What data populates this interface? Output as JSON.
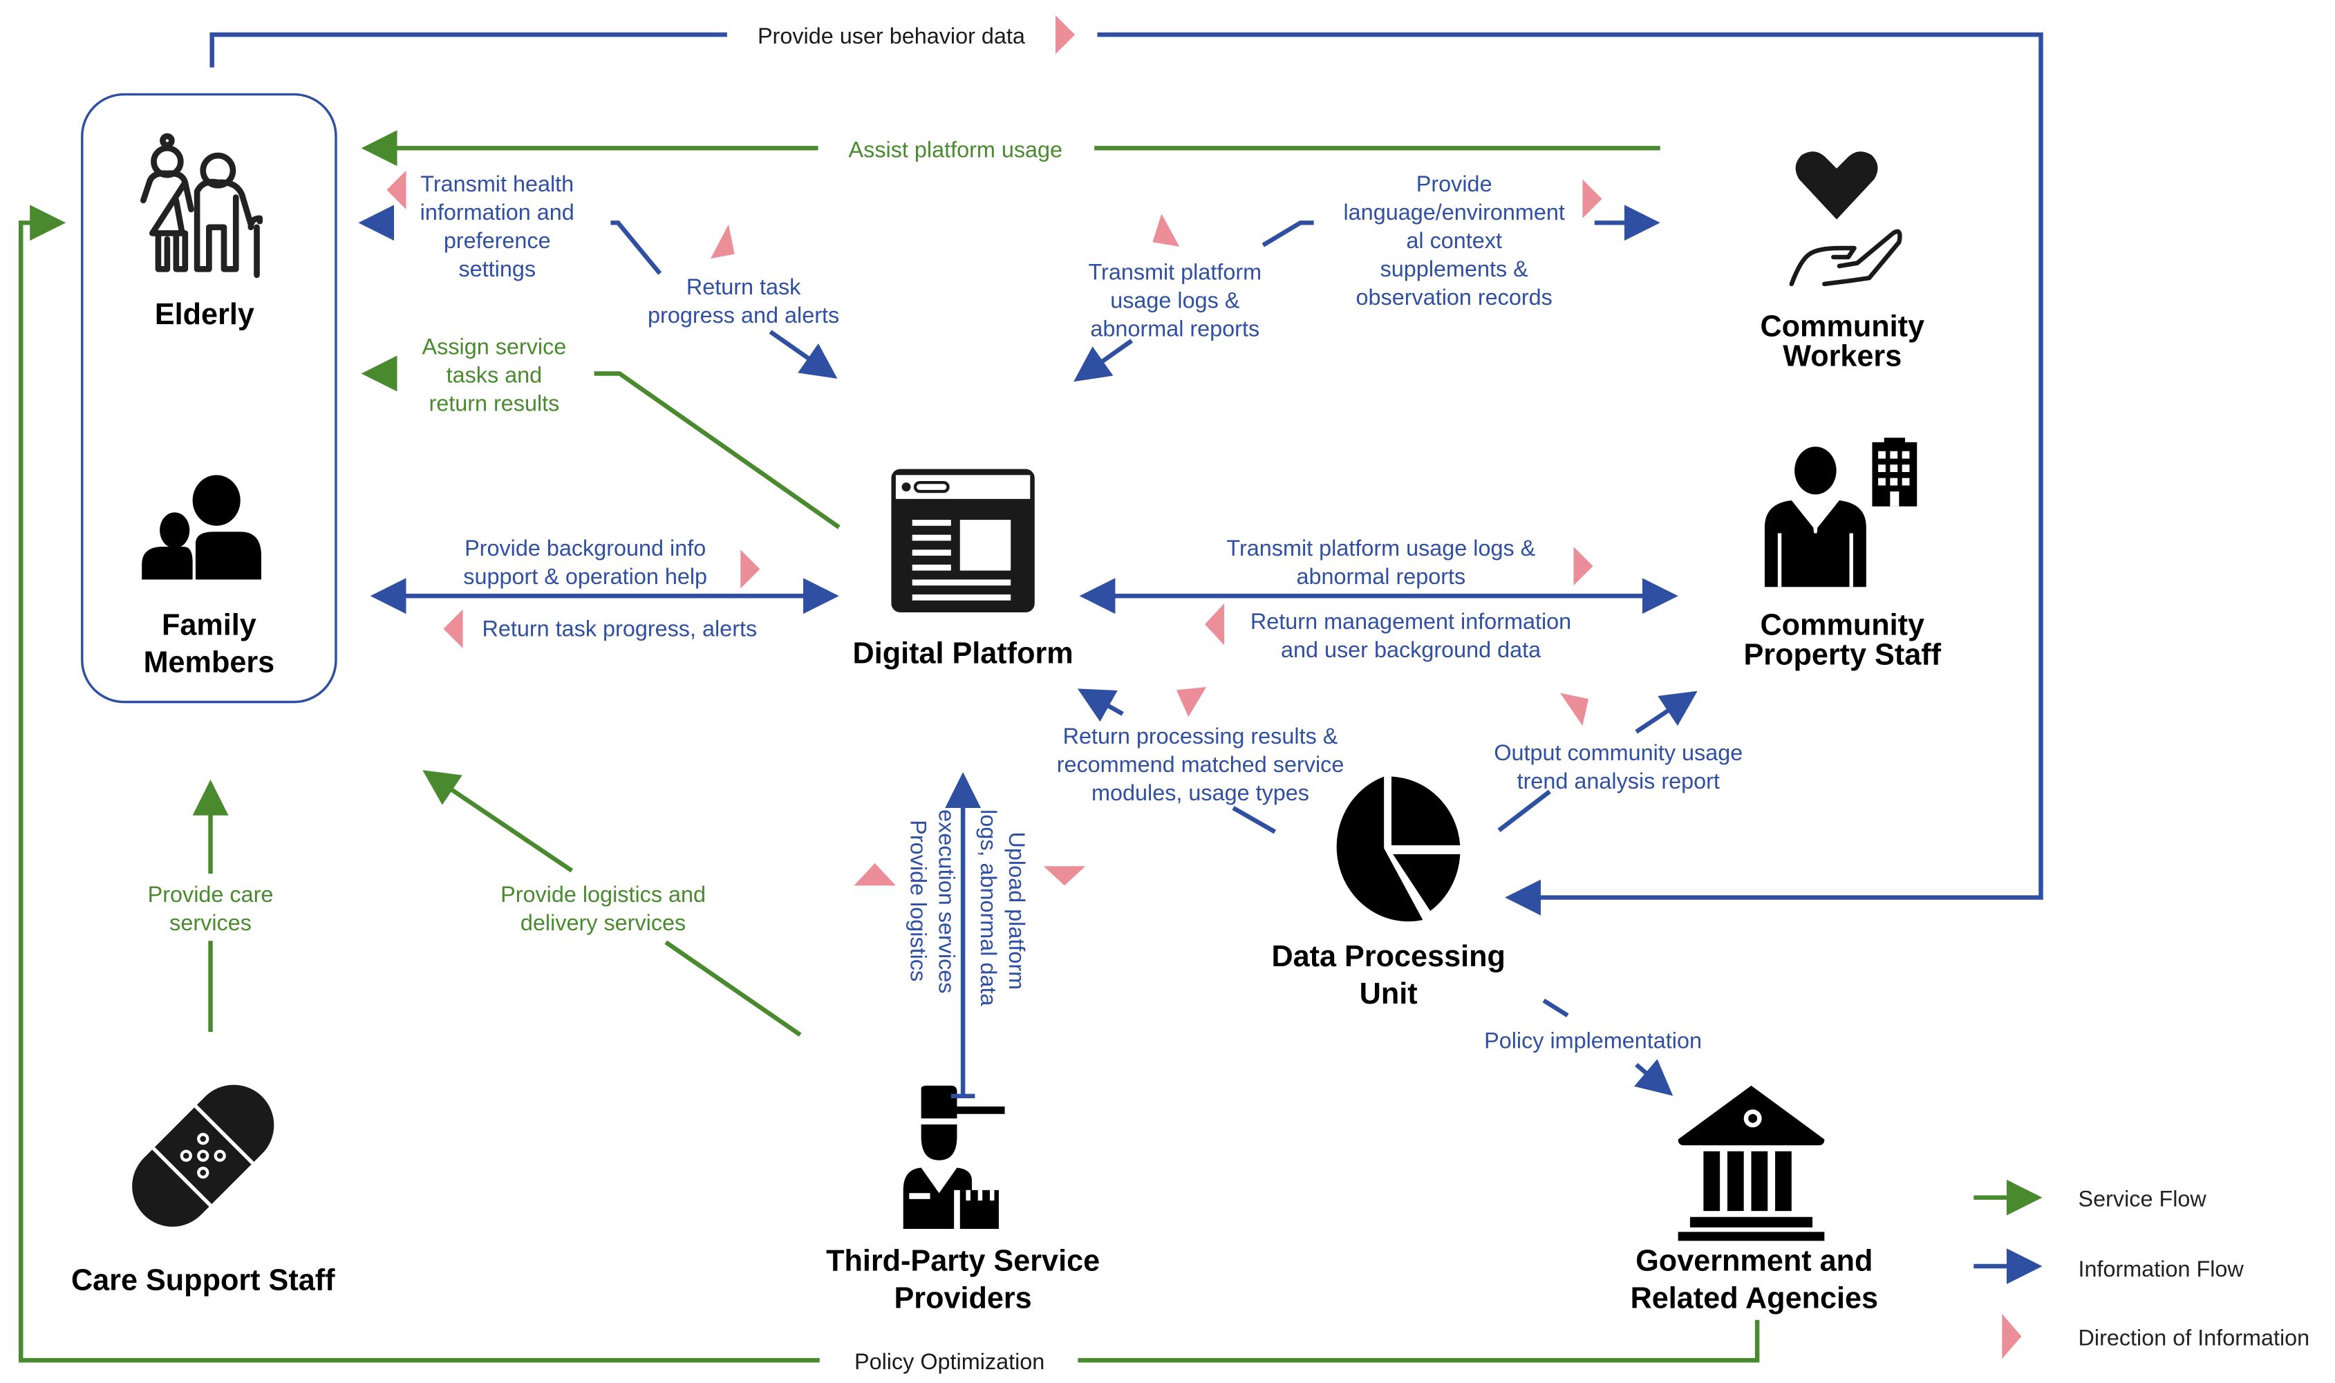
{
  "colors": {
    "service_flow": "#4a8a2e",
    "information_flow": "#2f4fa3",
    "direction_marker": "#ec8e98",
    "node_text": "#000000"
  },
  "nodes": {
    "elderly": {
      "label": "Elderly",
      "icon": "elderly-couple-icon"
    },
    "family": {
      "label_line1": "Family",
      "label_line2": "Members",
      "icon": "family-icon"
    },
    "platform": {
      "label": "Digital Platform",
      "icon": "web-page-icon"
    },
    "community_workers": {
      "label_line1": "Community",
      "label_line2": "Workers",
      "icon": "heart-hand-icon"
    },
    "property_staff": {
      "label_line1": "Community",
      "label_line2": "Property Staff",
      "icon": "businessman-building-icon"
    },
    "data_unit": {
      "label_line1": "Data Processing",
      "label_line2": "Unit",
      "icon": "pie-chart-icon"
    },
    "care_staff": {
      "label": "Care Support Staff",
      "icon": "bandage-icon"
    },
    "third_party": {
      "label_line1": "Third-Party Service",
      "label_line2": "Providers",
      "icon": "delivery-person-icon"
    },
    "government": {
      "label_line1": "Government and",
      "label_line2": "Related Agencies",
      "icon": "government-building-icon"
    }
  },
  "flows": {
    "user_behavior": "Provide user behavior data",
    "assist_usage": "Assist platform usage",
    "transmit_health": [
      "Transmit health",
      "information and",
      "preference",
      "settings"
    ],
    "return_task": [
      "Return task",
      "progress and alerts"
    ],
    "assign_tasks": [
      "Assign service",
      "tasks and",
      "return results"
    ],
    "transmit_logs_cw": [
      "Transmit platform",
      "usage logs &",
      "abnormal reports"
    ],
    "provide_language": [
      "Provide",
      "language/environment",
      "al context",
      "supplements &",
      "observation records"
    ],
    "background_info": [
      "Provide background info",
      "support & operation help"
    ],
    "return_progress_family": "Return task progress, alerts",
    "transmit_logs_ps": [
      "Transmit platform usage logs &",
      "abnormal reports"
    ],
    "return_mgmt": [
      "Return management information",
      "and user background data"
    ],
    "return_processing": [
      "Return processing results &",
      "recommend matched service",
      "modules, usage types"
    ],
    "output_trend": [
      "Output community usage",
      "trend analysis report"
    ],
    "upload_logs": [
      "Upload platform",
      "logs, abnormal data"
    ],
    "execution_logistics": [
      "execution services",
      "Provide logistics"
    ],
    "care_services": [
      "Provide care",
      "services"
    ],
    "logistics_delivery": [
      "Provide logistics and",
      "delivery services"
    ],
    "policy_impl": "Policy implementation",
    "policy_opt": "Policy Optimization"
  },
  "legend": {
    "items": [
      {
        "label": "Service Flow",
        "kind": "service"
      },
      {
        "label": "Information Flow",
        "kind": "information"
      },
      {
        "label": "Direction of Information",
        "kind": "direction"
      }
    ]
  }
}
